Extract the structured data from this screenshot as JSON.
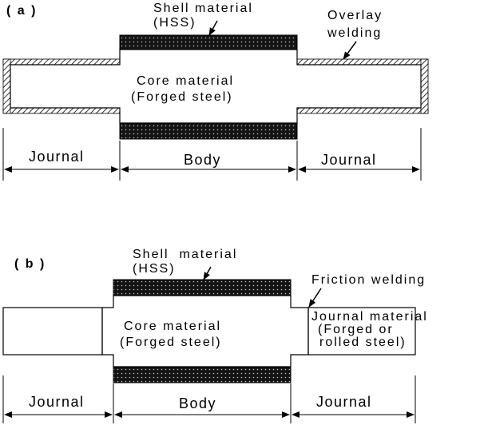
{
  "panel_a": {
    "label": "( a )",
    "shell_material": [
      "Shell material",
      "(HSS)"
    ],
    "overlay_welding": [
      "Overlay",
      "welding"
    ],
    "core_material": [
      "Core material",
      "(Forged steel)"
    ],
    "dimensions": [
      "Journal",
      "Body",
      "Journal"
    ]
  },
  "panel_b": {
    "label": "( b )",
    "shell_material": [
      "Shell  material",
      "(HSS)"
    ],
    "friction_welding": "Friction welding",
    "core_material": [
      "Core material",
      "(Forged steel)"
    ],
    "journal_material": [
      "Journal material",
      "(Forged or",
      "rolled steel)"
    ],
    "dimensions": [
      "Journal",
      "Body",
      "Journal"
    ]
  }
}
